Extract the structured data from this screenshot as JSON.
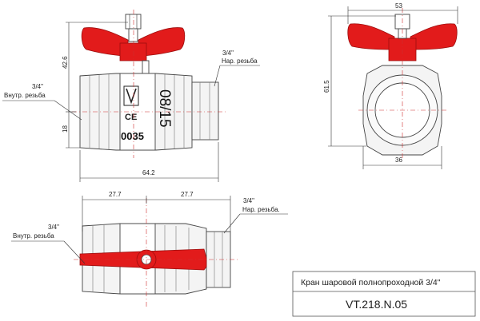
{
  "front_view": {
    "dim_height_top": "42.6",
    "dim_height_bottom": "18",
    "dim_length": "64.2",
    "thread_male_size": "3/4\"",
    "thread_male_label": "Нар. резьба",
    "thread_female_size": "3/4\"",
    "thread_female_label": "Внутр. резьба",
    "marking_number": "0035",
    "marking_pressure": "08/15",
    "marking_ce": "CE"
  },
  "side_view": {
    "dim_width_top": "53",
    "dim_height": "61.5",
    "dim_width_bottom": "36"
  },
  "top_view": {
    "dim_left": "27.7",
    "dim_right": "27.7",
    "thread_male_size": "3/4\"",
    "thread_male_label": "Нар. резьба.",
    "thread_female_size": "3/4\"",
    "thread_female_label": "Внутр. резьба"
  },
  "title_block": {
    "title": "Кран шаровой полнопроходной 3/4\"",
    "code": "VT.218.N.05"
  },
  "colors": {
    "handle": "#e21b1b",
    "axis_line": "#d03030",
    "outline": "#444444"
  }
}
